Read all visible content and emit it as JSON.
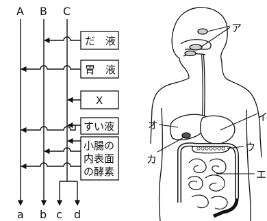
{
  "flow_diagram": {
    "top_labels": [
      "A",
      "B",
      "C"
    ],
    "bottom_labels": [
      "a",
      "b",
      "c",
      "d"
    ],
    "boxes": [
      {
        "text": "だ　液",
        "lines": [
          "だ　液"
        ]
      },
      {
        "text": "胃　液",
        "lines": [
          "胃　液"
        ]
      },
      {
        "text": "X",
        "lines": [
          "X"
        ]
      },
      {
        "text": "すい液",
        "lines": [
          "すい液"
        ]
      },
      {
        "text": "小腸の内表面の酵素",
        "lines": [
          "小腸の",
          "内表面",
          "の酵素"
        ]
      }
    ]
  },
  "anatomy": {
    "labels": [
      "ア",
      "イ",
      "ウ",
      "エ",
      "オ",
      "カ"
    ]
  }
}
